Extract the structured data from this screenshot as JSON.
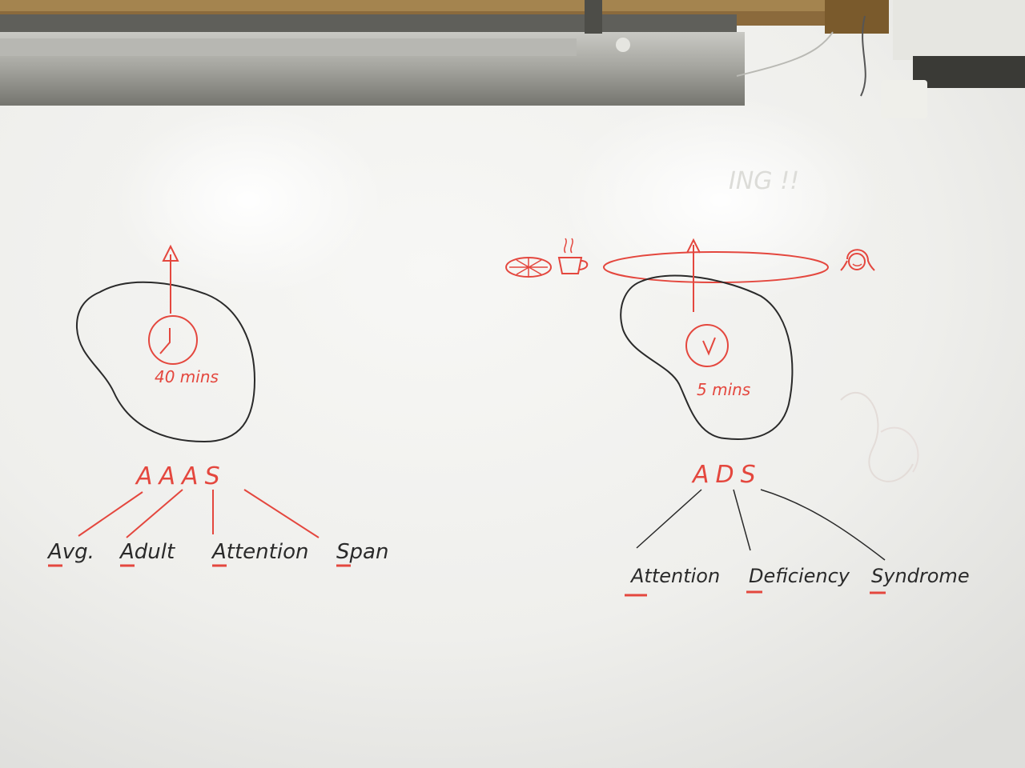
{
  "whiteboard": {
    "ghost_text": "ING !!",
    "left": {
      "clock_caption": "40 mins",
      "acronym": "AAAS",
      "words": [
        "Avg.",
        "Adult",
        "Attention",
        "Span"
      ]
    },
    "right": {
      "clock_caption": "5 mins",
      "acronym": "ADS",
      "words": [
        "Attention",
        "Deficiency",
        "Syndrome"
      ]
    }
  },
  "colors": {
    "red_marker": "#e4473e",
    "black_marker": "#2a2a2a",
    "board": "#f1f1ef",
    "frame_wood": "#8b6a3c",
    "light_fixture": "#8c8c86"
  }
}
